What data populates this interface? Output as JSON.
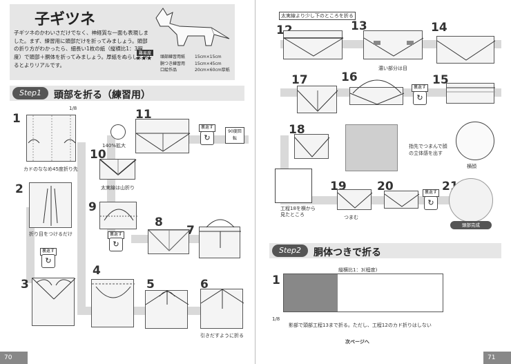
{
  "left": {
    "title": "子ギツネ",
    "intro": "子ギツネのかわいさだけでなく、神経質な一面も表現しました。まず、練習用に頭部だけを折ってみましょう。頭部の折り方がわかったら、細長い1枚の紙（縦横比1：3程度）で頭部＋胴体を折ってみましょう。厚紙をぬらして折るとよりリアルです。",
    "difficulty_label": "難易度",
    "difficulty_stars": "★★★",
    "specs": [
      {
        "k": "頭部練習用紙",
        "v": "15cm×15cm"
      },
      {
        "k": "胴つき練習用",
        "v": "15cm×45cm"
      },
      {
        "k": "口絵作品",
        "v": "20cm×60cm厚紙"
      }
    ],
    "step_badge": "Step1",
    "step_title": "頭部を折る（練習用）",
    "frac": "1/8",
    "captions": {
      "s1": "カドのななめ45度折り先",
      "s2": "折り目をつけるだけ",
      "s6": "引きだすように折る",
      "s10": "太実線は山折り",
      "zoom": "140%拡大",
      "turn": "裏返す",
      "rotate": "90度回転"
    },
    "page_number": "70"
  },
  "right": {
    "note12": "太実線より少し下のところを折る",
    "note13": "濃い部分は目",
    "note_pinch": "指先でつまんで顔の立体感を出す",
    "note_ref": "工程18を横から見たところ",
    "note_side": "横顔",
    "note19": "つまむ",
    "head_done": "頭部完成",
    "turn": "裏返す",
    "step_badge": "Step2",
    "step_title": "胴体つきで折る",
    "ratio": "縦横比1：3(程度)",
    "frac": "1/8",
    "bottom_note": "影部で頭部工程13まで折る。ただし、工程12のカド折りはしない",
    "next": "次ページへ",
    "page_number": "71"
  },
  "step_numbers_left": [
    "1",
    "2",
    "3",
    "4",
    "5",
    "6",
    "7",
    "8",
    "9",
    "10",
    "11"
  ],
  "step_numbers_right": [
    "12",
    "13",
    "14",
    "15",
    "16",
    "17",
    "18",
    "19",
    "20",
    "21",
    "1"
  ]
}
